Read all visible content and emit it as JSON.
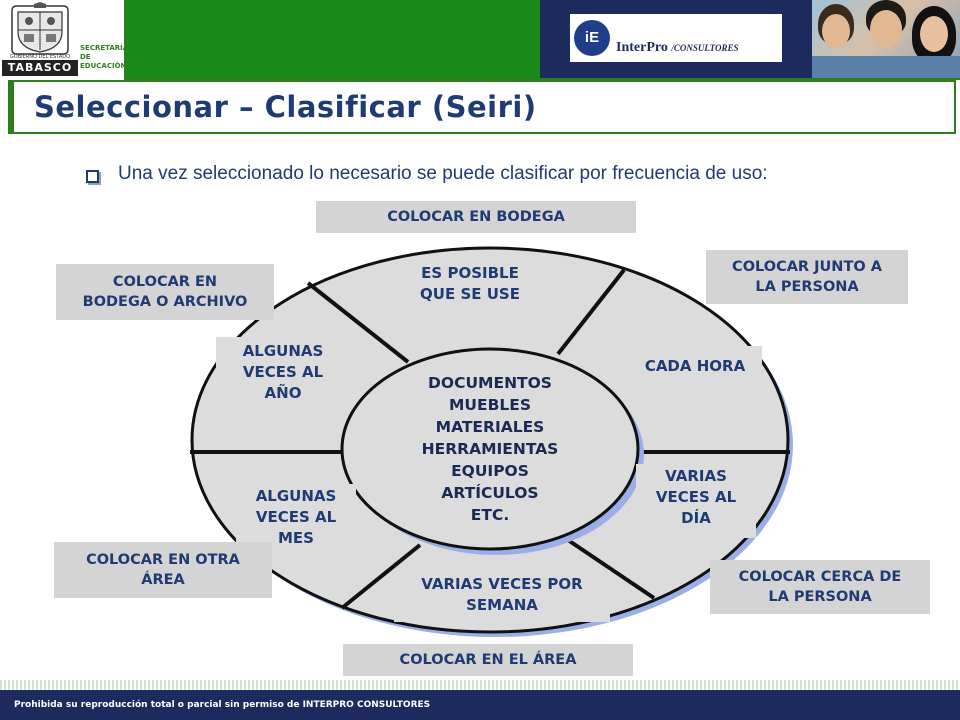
{
  "header": {
    "state_logo_text": "TABASCO",
    "state_logo_small": "GOBIERNO DEL ESTADO",
    "secretaria_text": [
      "SECRETARÍA",
      "DE",
      "EDUCACIÓN"
    ],
    "company_logo_text": "InterPro",
    "company_logo_suffix": "/CONSULTORES"
  },
  "title": "Seleccionar – Clasificar (Seiri)",
  "intro": "Una vez seleccionado lo necesario se puede clasificar por frecuencia de uso:",
  "boxes": {
    "top": "COLOCAR EN BODEGA",
    "top_left": [
      "COLOCAR EN",
      "BODEGA O ARCHIVO"
    ],
    "top_right": [
      "COLOCAR JUNTO A",
      "LA PERSONA"
    ],
    "bottom_left": [
      "COLOCAR EN OTRA",
      "ÁREA"
    ],
    "bottom_right": [
      "COLOCAR CERCA DE",
      "LA PERSONA"
    ],
    "bottom": "COLOCAR EN EL ÁREA"
  },
  "segments": {
    "top": [
      "ES POSIBLE",
      "QUE SE USE"
    ],
    "upper_left": [
      "ALGUNAS",
      "VECES AL",
      "AÑO"
    ],
    "upper_right": "CADA HORA",
    "lower_right": [
      "VARIAS",
      "VECES AL",
      "DÍA"
    ],
    "lower_left": [
      "ALGUNAS",
      "VECES AL",
      "MES"
    ],
    "bottom": [
      "VARIAS VECES POR",
      "SEMANA"
    ]
  },
  "center_items": [
    "DOCUMENTOS",
    "MUEBLES",
    "MATERIALES",
    "HERRAMIENTAS",
    "EQUIPOS",
    "ARTÍCULOS",
    "ETC."
  ],
  "footer": "Prohibida su reproducción total o parcial sin permiso de INTERPRO CONSULTORES",
  "colors": {
    "brand_green": "#2e7d1e",
    "navy": "#1c2a5e",
    "title_blue": "#1f3b73",
    "box_gray": "#d4d4d4",
    "ellipse_shadow": "#9aaee8"
  }
}
